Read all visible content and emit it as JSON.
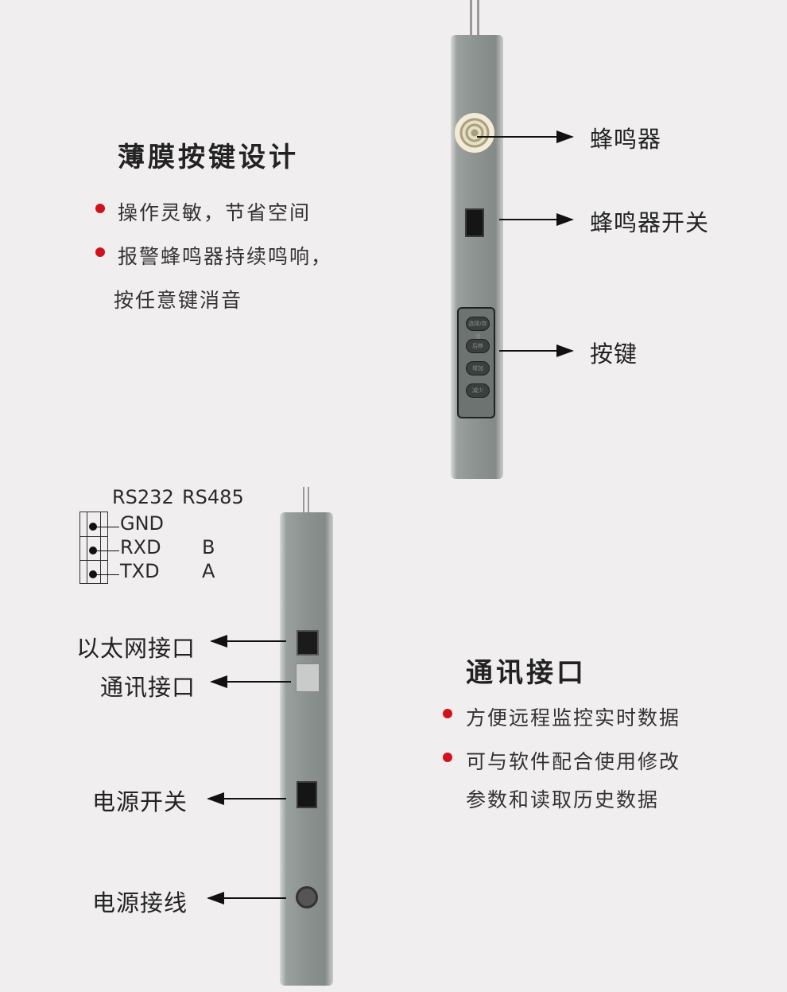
{
  "top": {
    "title": "薄膜按键设计",
    "bullets": [
      "操作灵敏，节省空间",
      "报警蜂鸣器持续鸣响，",
      "按任意键消音"
    ],
    "callouts": {
      "buzzer": "蜂鸣器",
      "buzzer_switch": "蜂鸣器开关",
      "keys": "按键"
    },
    "keypad": [
      "选择/存储",
      "后移",
      "增加",
      "减少"
    ]
  },
  "bottom": {
    "title": "通讯接口",
    "bullets": [
      "方便远程监控实时数据",
      "可与软件配合使用修改",
      "参数和读取历史数据"
    ],
    "callouts": {
      "ethernet": "以太网接口",
      "comm": "通讯接口",
      "power_switch": "电源开关",
      "power_wire": "电源接线"
    },
    "pinout": {
      "headers": [
        "RS232",
        "RS485"
      ],
      "rows": [
        {
          "rs232": "GND",
          "rs485": ""
        },
        {
          "rs232": "RXD",
          "rs485": "B"
        },
        {
          "rs232": "TXD",
          "rs485": "A"
        }
      ]
    }
  },
  "colors": {
    "bullet": "#d0121b",
    "background": "#f0eeef"
  }
}
